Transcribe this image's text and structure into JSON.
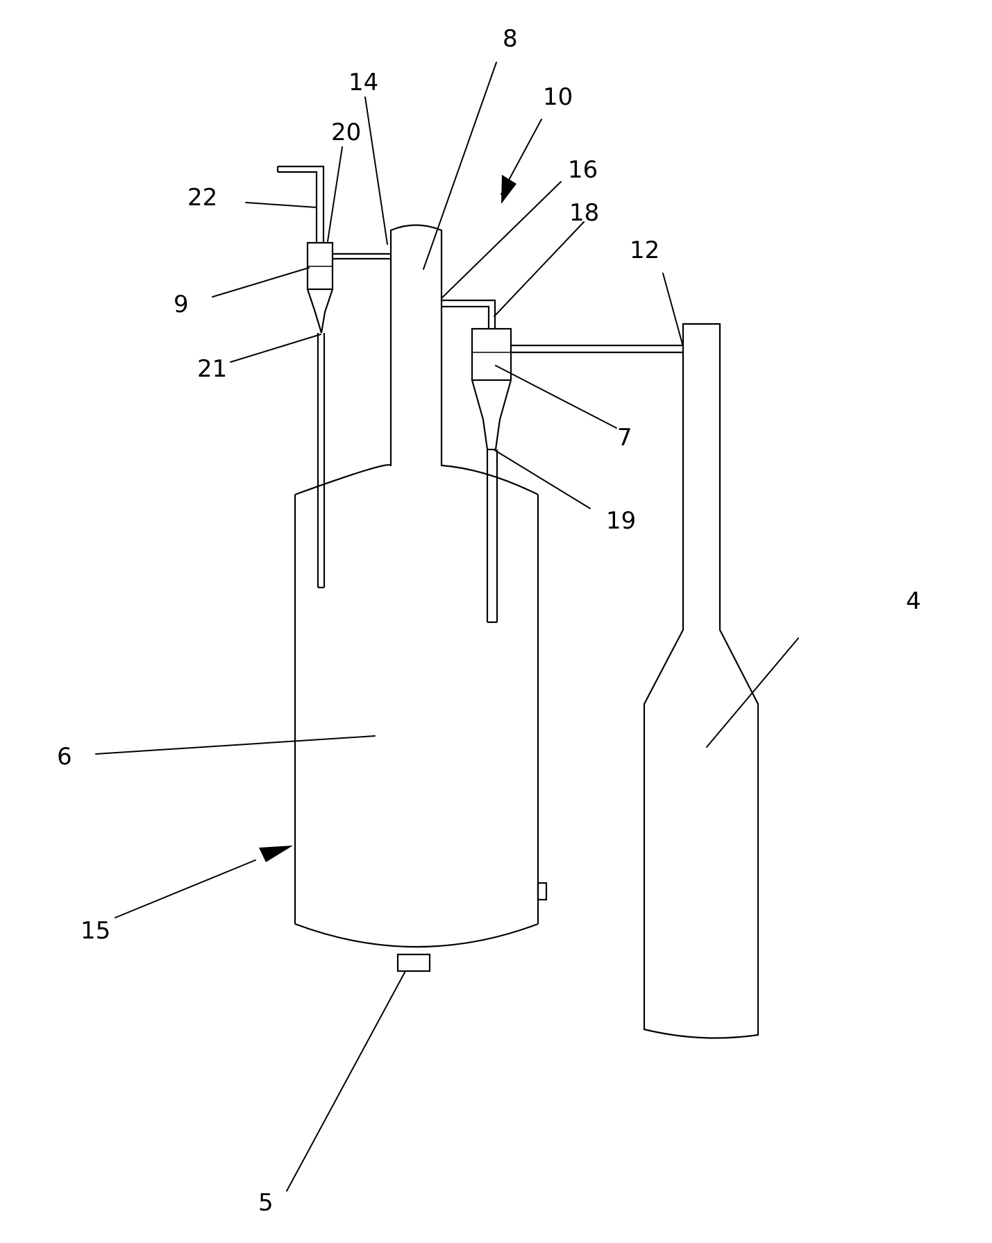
{
  "figure": {
    "labels": {
      "l4": "4",
      "l5": "5",
      "l6": "6",
      "l7": "7",
      "l8": "8",
      "l9": "9",
      "l10": "10",
      "l12": "12",
      "l14": "14",
      "l15": "15",
      "l16": "16",
      "l18": "18",
      "l19": "19",
      "l20": "20",
      "l21": "21",
      "l22": "22"
    },
    "line_color": "#000000",
    "background": "#ffffff"
  }
}
